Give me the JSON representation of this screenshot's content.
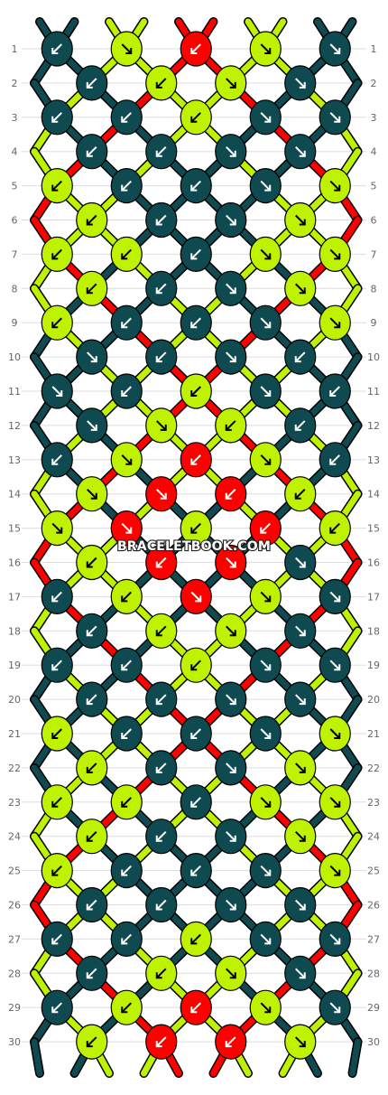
{
  "pattern": {
    "colors": {
      "A": "#0e4a50",
      "B": "#bff200",
      "C": "#ff0000"
    },
    "string_letters": [
      "A",
      "A",
      "B",
      "B",
      "C",
      "C",
      "B",
      "B",
      "A",
      "A"
    ],
    "row_count": 30,
    "knot_rows": [
      [
        "A",
        "B",
        "C",
        "B",
        "A"
      ],
      [
        "A",
        "B",
        "B",
        "A"
      ],
      [
        "A",
        "A",
        "B",
        "A",
        "A"
      ],
      [
        "A",
        "A",
        "A",
        "A"
      ],
      [
        "B",
        "A",
        "A",
        "A",
        "B"
      ],
      [
        "B",
        "A",
        "A",
        "B"
      ],
      [
        "B",
        "B",
        "A",
        "B",
        "B"
      ],
      [
        "B",
        "A",
        "A",
        "B"
      ],
      [
        "B",
        "A",
        "A",
        "A",
        "B"
      ],
      [
        "A",
        "A",
        "A",
        "A"
      ],
      [
        "A",
        "A",
        "B",
        "A",
        "A"
      ],
      [
        "A",
        "B",
        "B",
        "A"
      ],
      [
        "A",
        "B",
        "C",
        "B",
        "A"
      ],
      [
        "B",
        "C",
        "C",
        "B"
      ],
      [
        "B",
        "C",
        "B",
        "C",
        "B"
      ],
      [
        "B",
        "C",
        "C",
        "A"
      ],
      [
        "A",
        "B",
        "C",
        "B",
        "A"
      ],
      [
        "A",
        "B",
        "B",
        "A"
      ],
      [
        "A",
        "A",
        "B",
        "A",
        "A"
      ],
      [
        "A",
        "A",
        "A",
        "A"
      ],
      [
        "B",
        "A",
        "A",
        "A",
        "B"
      ],
      [
        "B",
        "A",
        "A",
        "B"
      ],
      [
        "B",
        "B",
        "A",
        "B",
        "B"
      ],
      [
        "B",
        "A",
        "A",
        "B"
      ],
      [
        "B",
        "A",
        "A",
        "A",
        "B"
      ],
      [
        "A",
        "A",
        "A",
        "A"
      ],
      [
        "A",
        "A",
        "B",
        "A",
        "A"
      ],
      [
        "A",
        "B",
        "B",
        "A"
      ],
      [
        "A",
        "B",
        "C",
        "B",
        "A"
      ],
      [
        "B",
        "C",
        "C",
        "B"
      ]
    ],
    "knot_directions": [
      [
        "se",
        "sw",
        "se",
        "sw",
        "sw"
      ],
      [
        "se",
        "se",
        "sw",
        "sw"
      ],
      [
        "se",
        "se",
        "se",
        "sw",
        "sw"
      ],
      [
        "se",
        "se",
        "sw",
        "sw"
      ],
      [
        "se",
        "se",
        "se",
        "sw",
        "sw"
      ],
      [
        "se",
        "se",
        "sw",
        "sw"
      ],
      [
        "se",
        "se",
        "se",
        "sw",
        "sw"
      ],
      [
        "se",
        "se",
        "sw",
        "sw"
      ],
      [
        "se",
        "se",
        "se",
        "sw",
        "sw"
      ],
      [
        "sw",
        "se",
        "sw",
        "se"
      ],
      [
        "sw",
        "se",
        "se",
        "sw",
        "se"
      ],
      [
        "sw",
        "sw",
        "se",
        "se"
      ],
      [
        "se",
        "sw",
        "se",
        "sw",
        "se"
      ],
      [
        "sw",
        "sw",
        "se",
        "se"
      ],
      [
        "sw",
        "sw",
        "se",
        "se",
        "se"
      ],
      [
        "se",
        "se",
        "sw",
        "sw"
      ],
      [
        "se",
        "se",
        "sw",
        "sw",
        "sw"
      ],
      [
        "se",
        "se",
        "sw",
        "sw"
      ],
      [
        "se",
        "se",
        "se",
        "sw",
        "sw"
      ],
      [
        "se",
        "se",
        "sw",
        "sw"
      ],
      [
        "se",
        "se",
        "se",
        "sw",
        "sw"
      ],
      [
        "se",
        "se",
        "sw",
        "sw"
      ],
      [
        "se",
        "se",
        "se",
        "sw",
        "sw"
      ],
      [
        "se",
        "se",
        "sw",
        "sw"
      ],
      [
        "se",
        "se",
        "se",
        "sw",
        "sw"
      ],
      [
        "se",
        "se",
        "sw",
        "sw"
      ],
      [
        "se",
        "se",
        "se",
        "sw",
        "sw"
      ],
      [
        "se",
        "se",
        "sw",
        "sw"
      ],
      [
        "se",
        "se",
        "se",
        "sw",
        "sw"
      ],
      [
        "se",
        "se",
        "se",
        "sw"
      ]
    ]
  },
  "watermark": "BRACELETBOOK.COM"
}
